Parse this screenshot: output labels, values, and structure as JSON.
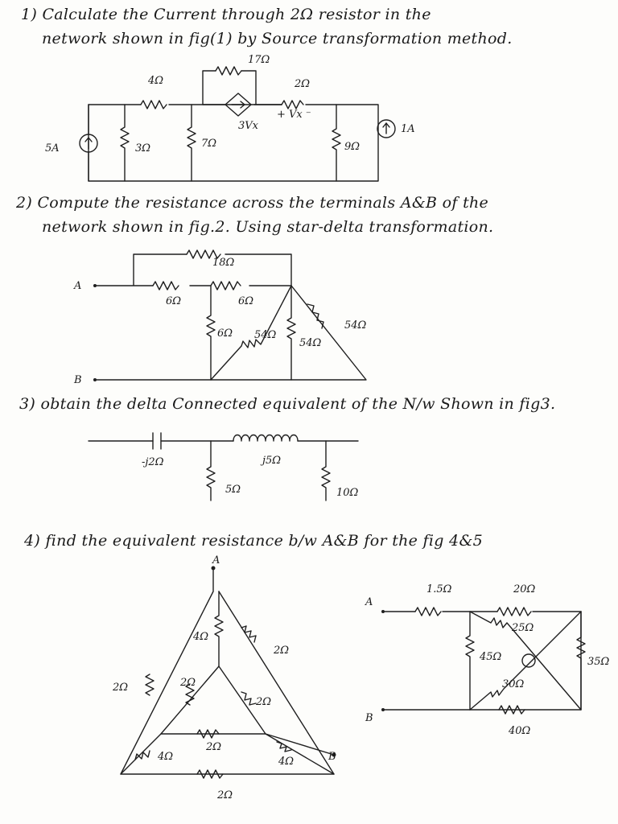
{
  "questions": [
    {
      "num": "1)",
      "line1": "Calculate the Current through 2Ω resistor in the",
      "line2": "network shown in fig(1) by Source transformation method."
    },
    {
      "num": "2)",
      "line1": "Compute the resistance across the terminals A&B of the",
      "line2": "network shown in fig.2. Using star-delta transformation."
    },
    {
      "num": "3)",
      "line1": "obtain the delta Connected equivalent of the N/w Shown in fig3.",
      "line2": ""
    },
    {
      "num": "4)",
      "line1": "find the equivalent resistance b/w A&B for the fig 4&5",
      "line2": ""
    }
  ],
  "fig1": {
    "r4": "4Ω",
    "r17": "17Ω",
    "r2": "2Ω",
    "src5": "5A",
    "r3": "3Ω",
    "r7": "7Ω",
    "dep": "3Vx",
    "vx": "+ Vx ⁻",
    "r9": "9Ω",
    "src1": "1A"
  },
  "fig2": {
    "A": "A",
    "B": "B",
    "r18": "18Ω",
    "r6a": "6Ω",
    "r6b": "6Ω",
    "r6c": "6Ω",
    "r54a": "54Ω",
    "r54b": "54Ω",
    "r54c": "54Ω"
  },
  "fig3": {
    "cap": "-j2Ω",
    "ind": "j5Ω",
    "r5": "5Ω",
    "r10": "10Ω"
  },
  "fig4": {
    "A": "A",
    "B": "B",
    "r4a": "4Ω",
    "r2a": "2Ω",
    "r2b": "2Ω",
    "r2c": "2Ω",
    "r2d": "2Ω",
    "r4b": "4Ω",
    "r2e": "2Ω",
    "r4c": "4Ω",
    "r2f": "2Ω"
  },
  "fig5": {
    "A": "A",
    "B": "B",
    "r15": "1.5Ω",
    "r20": "20Ω",
    "r25": "25Ω",
    "r45": "45Ω",
    "r30": "30Ω",
    "r35": "35Ω",
    "r40": "40Ω"
  }
}
